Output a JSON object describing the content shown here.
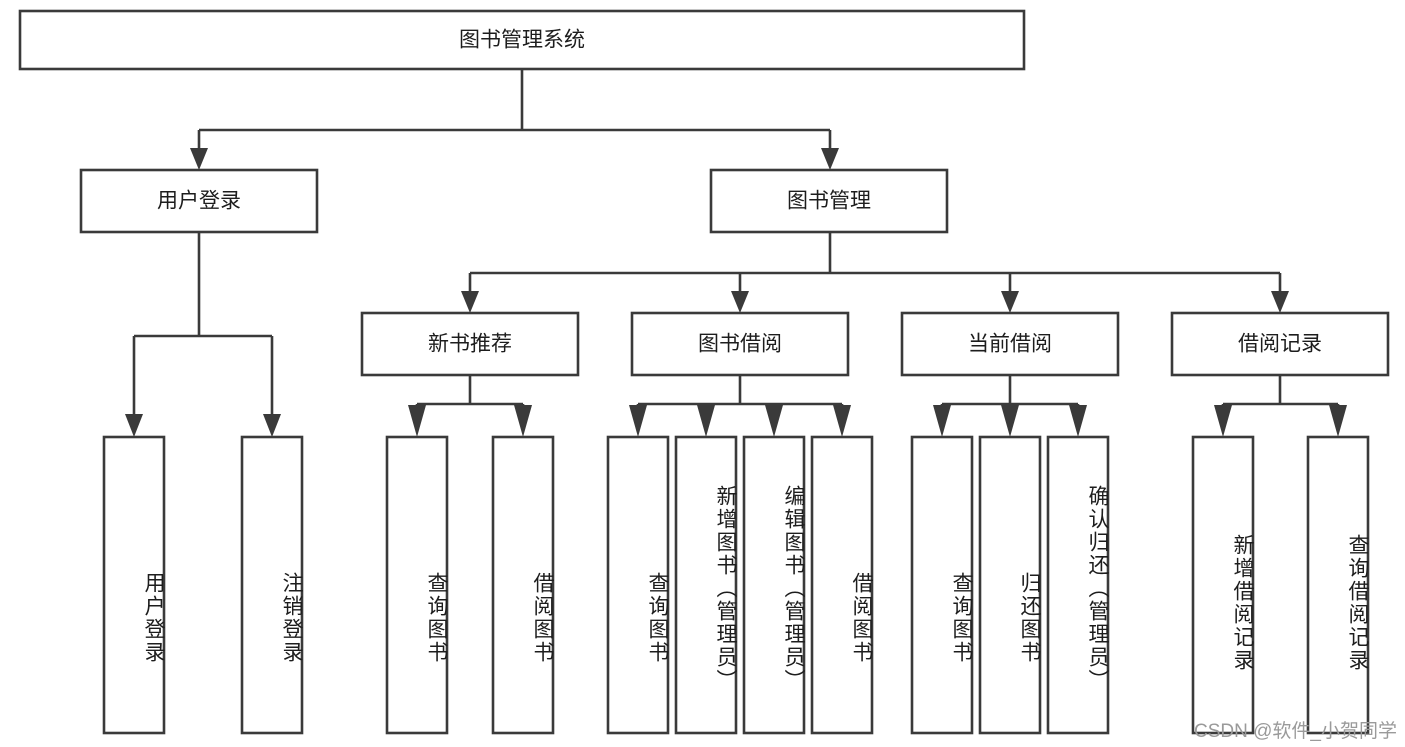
{
  "diagram": {
    "title": "图书管理系统",
    "type": "tree-hierarchy",
    "root": {
      "label": "图书管理系统"
    },
    "level2": [
      {
        "label": "用户登录"
      },
      {
        "label": "图书管理"
      }
    ],
    "level3": [
      {
        "label": "新书推荐"
      },
      {
        "label": "图书借阅"
      },
      {
        "label": "当前借阅"
      },
      {
        "label": "借阅记录"
      }
    ],
    "leaves": {
      "user_login": [
        {
          "label": "用户登录"
        },
        {
          "label": "注销登录"
        }
      ],
      "new_book_recommend": [
        {
          "label": "查询图书"
        },
        {
          "label": "借阅图书"
        }
      ],
      "book_borrow": [
        {
          "label": "查询图书"
        },
        {
          "label": "新增图书（管理员）"
        },
        {
          "label": "编辑图书（管理员）"
        },
        {
          "label": "借阅图书"
        }
      ],
      "current_borrow": [
        {
          "label": "查询图书"
        },
        {
          "label": "归还图书"
        },
        {
          "label": "确认归还（管理员）"
        }
      ],
      "borrow_record": [
        {
          "label": "新增借阅记录"
        },
        {
          "label": "查询借阅记录"
        }
      ]
    }
  },
  "watermark": {
    "text": "CSDN @软件_小贺同学"
  },
  "colors": {
    "stroke": "#3a3a3a",
    "text": "#1d1d1d",
    "background": "#ffffff",
    "watermark": "#9a9a9a"
  }
}
